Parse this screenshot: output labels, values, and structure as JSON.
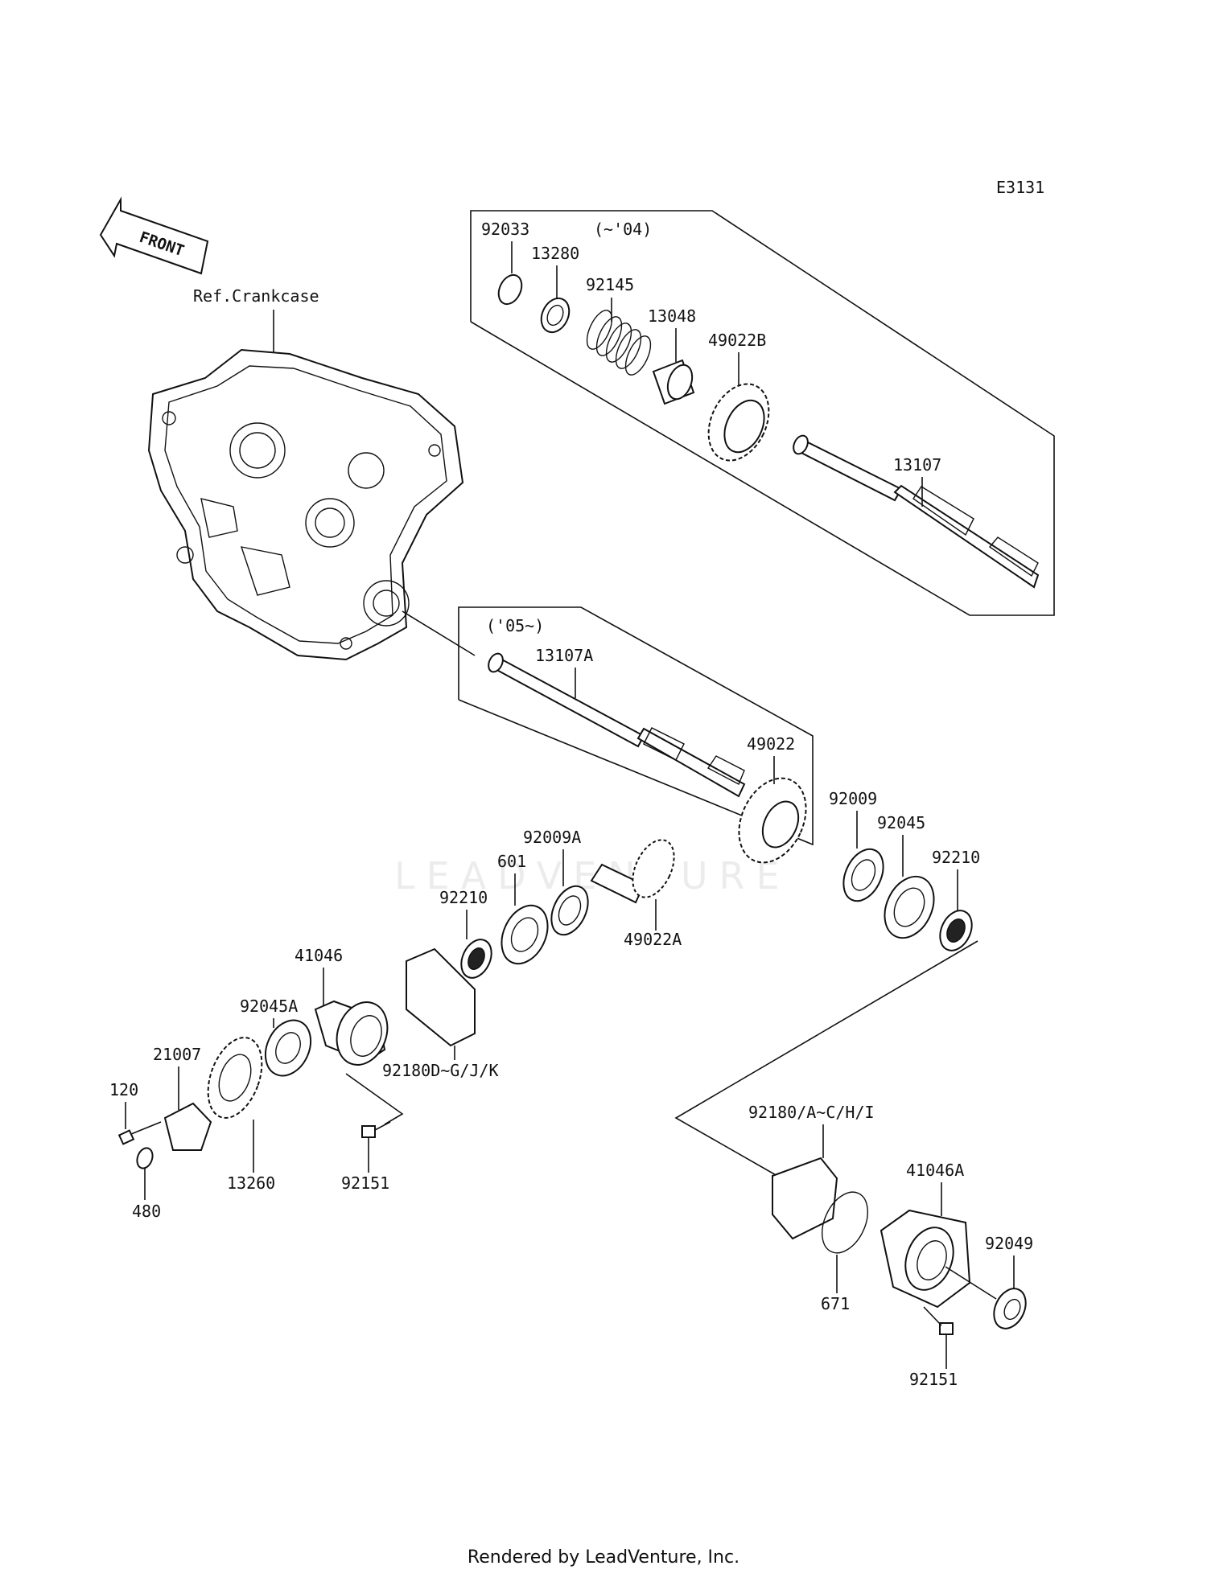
{
  "diagram_code": "E3131",
  "front_label": "FRONT",
  "reference_label": "Ref.Crankcase",
  "group_early_label": "(~'04)",
  "group_late_label": "('05~)",
  "watermark": "LEADVENTURE",
  "footer": "Rendered by LeadVenture, Inc.",
  "parts": [
    "92033",
    "13280",
    "92145",
    "13048",
    "49022B",
    "13107",
    "13107A",
    "49022",
    "92009",
    "92045",
    "92210",
    "92009A",
    "601",
    "92210",
    "49022A",
    "41046",
    "92045A",
    "92180D~G/J/K",
    "21007",
    "120",
    "480",
    "13260",
    "92151",
    "92180/A~C/H/I",
    "41046A",
    "92049",
    "671",
    "92151"
  ]
}
